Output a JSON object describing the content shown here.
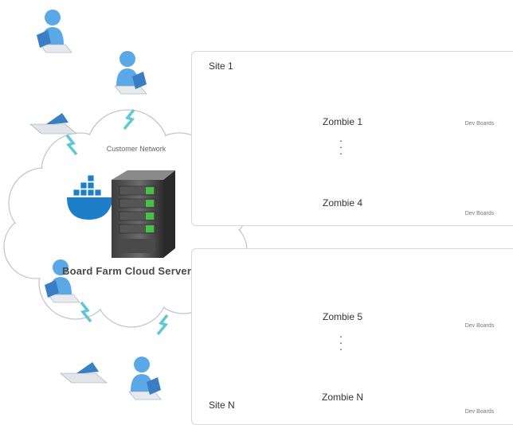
{
  "sites": [
    {
      "label": "Site 1",
      "servers": [
        {
          "label": "Zombie 1"
        },
        {
          "label": "Zombie 4"
        }
      ],
      "boards_label": "Dev Boards"
    },
    {
      "label": "Site N",
      "servers": [
        {
          "label": "Zombie 5"
        },
        {
          "label": "Zombie N"
        }
      ],
      "boards_label": "Dev Boards"
    }
  ],
  "cloud": {
    "title": "Board Farm Cloud Server",
    "network_label": "Customer Network"
  },
  "colors": {
    "user_blue": "#5aa9e6",
    "arrow_blue": "#4a6f9b",
    "board_green": "#2e6a2a",
    "docker_blue": "#1e7ec8",
    "lightning_teal": "#5fc8d4"
  },
  "icons": [
    "user-icon",
    "laptop-icon",
    "lightning-icon",
    "rack-server-icon",
    "dev-board-icon",
    "docker-whale-icon",
    "cloud-icon",
    "double-arrow-icon"
  ]
}
